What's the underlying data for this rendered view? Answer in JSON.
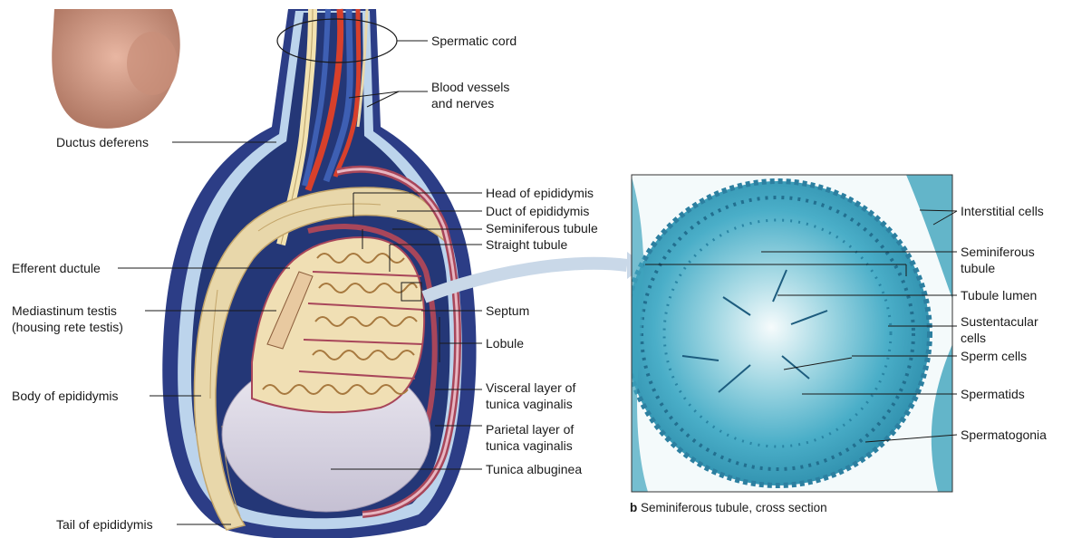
{
  "labels": {
    "spermatic_cord": "Spermatic cord",
    "blood_vessels_1": "Blood vessels",
    "blood_vessels_2": "and nerves",
    "ductus_deferens": "Ductus deferens",
    "head_epididymis": "Head of epididymis",
    "duct_epididymis": "Duct of epididymis",
    "seminiferous_tubule": "Seminiferous tubule",
    "straight_tubule": "Straight tubule",
    "efferent_ductule": "Efferent ductule",
    "mediastinum_1": "Mediastinum testis",
    "mediastinum_2": "(housing rete testis)",
    "septum": "Septum",
    "lobule": "Lobule",
    "body_epididymis": "Body of epididymis",
    "visceral_1": "Visceral layer of",
    "visceral_2": "tunica vaginalis",
    "parietal_1": "Parietal layer of",
    "parietal_2": "tunica vaginalis",
    "tunica_albuginea": "Tunica albuginea",
    "tail_epididymis": "Tail of epididymis"
  },
  "micro_labels": {
    "interstitial": "Interstitial cells",
    "seminiferous_1": "Seminiferous",
    "seminiferous_2": "tubule",
    "lumen": "Tubule lumen",
    "sustentacular_1": "Sustentacular",
    "sustentacular_2": "cells",
    "sperm_cells": "Sperm cells",
    "spermatids": "Spermatids",
    "spermatogonia": "Spermatogonia"
  },
  "caption": {
    "letter": "b",
    "text": " Seminiferous tubule, cross section"
  },
  "colors": {
    "scrotum_outer": "#2c3d86",
    "scrotum_inner": "#bcd4ec",
    "tunica": "#a8465a",
    "testis_body": "#d9d5e2",
    "lobule_fill": "#f0dfb4",
    "tubule_stroke": "#a7793f",
    "epididymis": "#e8d7aa",
    "artery": "#d8402b",
    "vein": "#3e5fb3",
    "micro_bg": "#f4fafb",
    "micro_cells": "#3ea4bd",
    "micro_nuclei": "#1d5c7e"
  }
}
